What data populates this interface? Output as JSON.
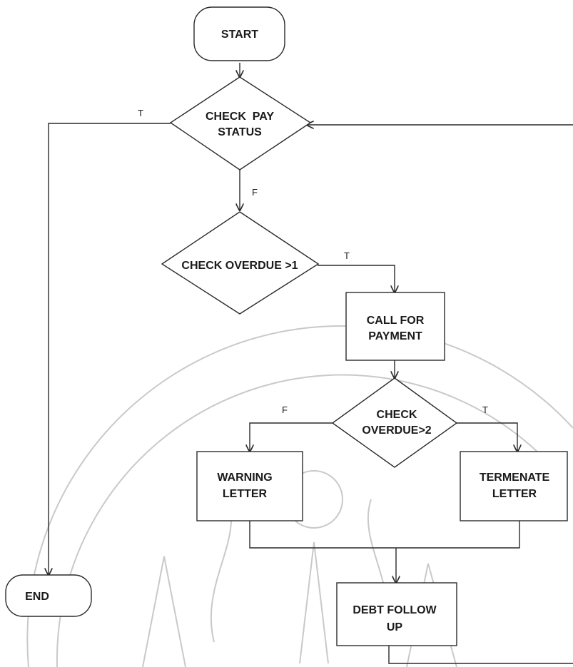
{
  "nodes": {
    "start": "START",
    "check_pay_status": [
      "CHECK  PAY",
      "STATUS"
    ],
    "check_overdue_1": "CHECK OVERDUE >1",
    "call_for_payment": [
      "CALL FOR",
      "PAYMENT"
    ],
    "check_overdue_2": [
      "CHECK",
      "OVERDUE>2"
    ],
    "warning_letter": [
      "WARNING",
      "LETTER"
    ],
    "termenate_letter": [
      "TERMENATE",
      "LETTER"
    ],
    "end": "END",
    "debt_follow_up": [
      "DEBT FOLLOW",
      "UP"
    ]
  },
  "edge_labels": {
    "pay_status_true": "T",
    "pay_status_false": "F",
    "overdue1_true": "T",
    "overdue2_false": "F",
    "overdue2_true": "T"
  },
  "colors": {
    "stroke": "#2a2a2a",
    "watermark": "#c9c9c9"
  }
}
